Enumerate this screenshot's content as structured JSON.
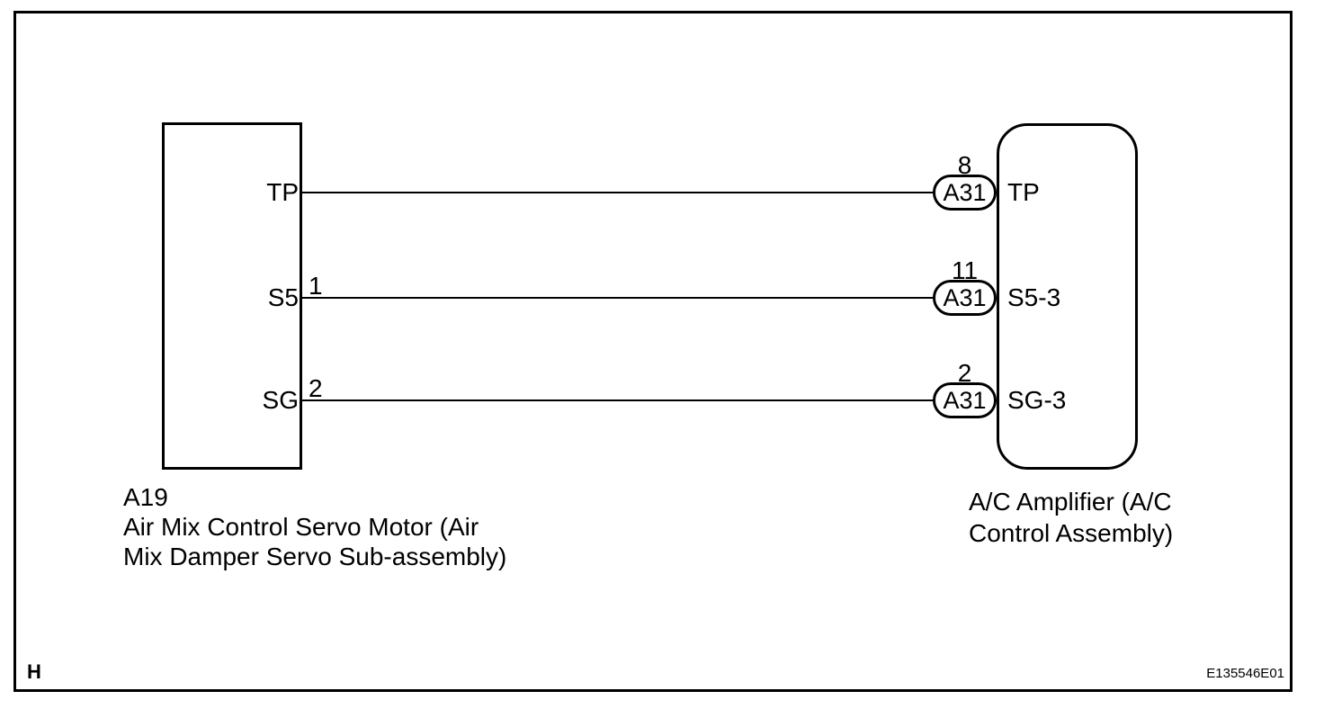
{
  "page": {
    "corner_label": "H",
    "figure_code": "E135546E01"
  },
  "colors": {
    "line": "#000000",
    "background": "#ffffff"
  },
  "left_component": {
    "id": "A19",
    "name_line1": "Air Mix Control Servo Motor (Air",
    "name_line2": "Mix Damper Servo Sub-assembly)"
  },
  "right_component": {
    "name_line1": "A/C Amplifier (A/C",
    "name_line2": "Control Assembly)"
  },
  "wires": [
    {
      "left_pin": "TP",
      "left_wire_number": "",
      "connector_label": "A31",
      "connector_pin_number": "8",
      "right_pin": "TP"
    },
    {
      "left_pin": "S5",
      "left_wire_number": "1",
      "connector_label": "A31",
      "connector_pin_number": "11",
      "right_pin": "S5-3"
    },
    {
      "left_pin": "SG",
      "left_wire_number": "2",
      "connector_label": "A31",
      "connector_pin_number": "2",
      "right_pin": "SG-3"
    }
  ]
}
